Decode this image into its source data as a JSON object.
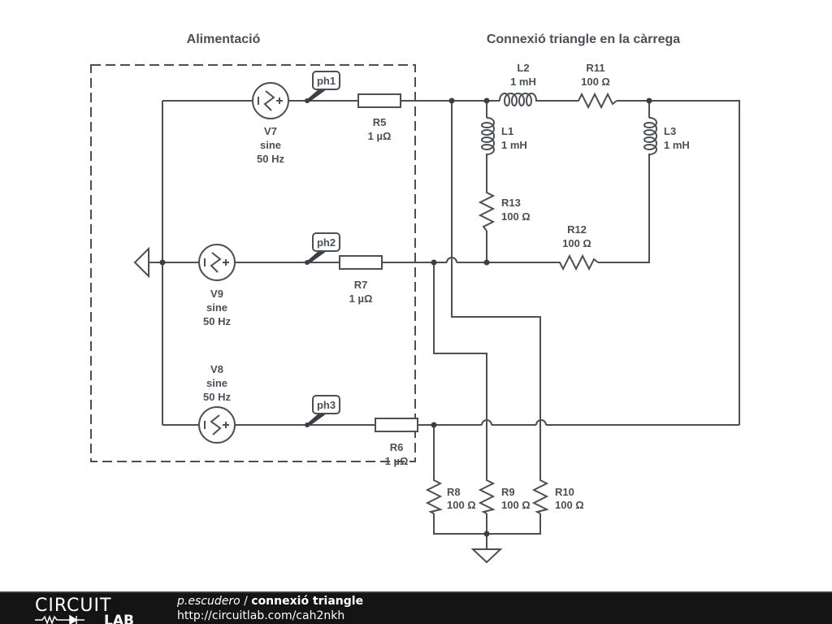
{
  "titles": {
    "supply": "Alimentació",
    "load": "Connexió triangle en la càrrega"
  },
  "components": {
    "V7": {
      "name": "V7",
      "type": "sine",
      "freq": "50 Hz"
    },
    "V9": {
      "name": "V9",
      "type": "sine",
      "freq": "50 Hz"
    },
    "V8": {
      "name": "V8",
      "type": "sine",
      "freq": "50 Hz"
    },
    "R5": {
      "name": "R5",
      "value": "1 µΩ"
    },
    "R7": {
      "name": "R7",
      "value": "1 µΩ"
    },
    "R6": {
      "name": "R6",
      "value": "1 µΩ"
    },
    "L1": {
      "name": "L1",
      "value": "1 mH"
    },
    "L2": {
      "name": "L2",
      "value": "1 mH"
    },
    "L3": {
      "name": "L3",
      "value": "1 mH"
    },
    "R11": {
      "name": "R11",
      "value": "100 Ω"
    },
    "R12": {
      "name": "R12",
      "value": "100 Ω"
    },
    "R13": {
      "name": "R13",
      "value": "100 Ω"
    },
    "R8": {
      "name": "R8",
      "value": "100 Ω"
    },
    "R9": {
      "name": "R9",
      "value": "100 Ω"
    },
    "R10": {
      "name": "R10",
      "value": "100 Ω"
    }
  },
  "probes": {
    "ph1": "ph1",
    "ph2": "ph2",
    "ph3": "ph3"
  },
  "footer": {
    "logo_top": "CIRCUIT",
    "logo_bottom": "LAB",
    "author": "p.escudero",
    "separator": " / ",
    "project": "connexió triangle",
    "url": "http://circuitlab.com/cah2nkh"
  },
  "colors": {
    "wire": "#4a5055",
    "footer_bg": "#141414"
  }
}
